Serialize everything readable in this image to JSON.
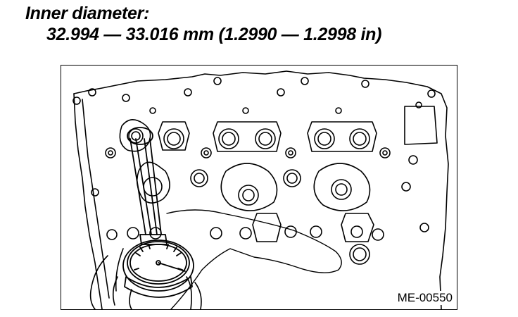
{
  "heading": "Inner diameter:",
  "spec": "32.994 — 33.016 mm (1.2990 — 1.2998 in)",
  "figure": {
    "code": "ME-00550"
  }
}
